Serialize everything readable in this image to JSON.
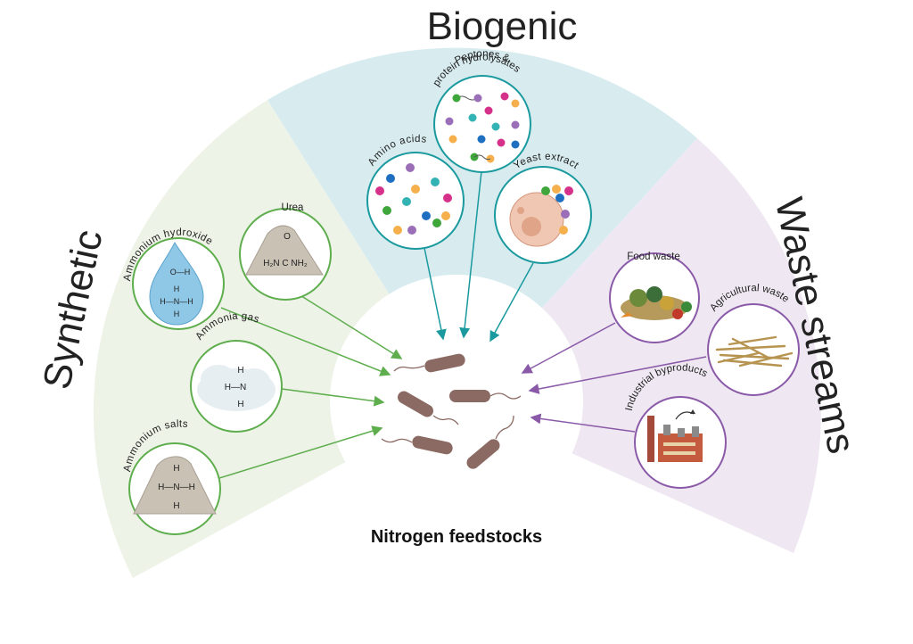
{
  "sectors": {
    "synthetic": {
      "title": "Synthetic",
      "fill": "#eef3e8"
    },
    "biogenic": {
      "title": "Biogenic",
      "fill": "#d8ecf0"
    },
    "waste": {
      "title": "Waste streams",
      "fill": "#efe8f2"
    }
  },
  "center": {
    "label": "Nitrogen feedstocks"
  },
  "colors": {
    "synthetic": "#5fae4e",
    "biogenic": "#1a9a9e",
    "waste": "#8a5aa8",
    "bacteria": "#8a6a62"
  },
  "synthetic_items": [
    {
      "label": "Ammonium hydroxide",
      "formula": [
        "O—H",
        "H",
        "H—N—H",
        "H"
      ]
    },
    {
      "label": "Urea",
      "formula": [
        "O",
        "H₂N  C  NH₂"
      ]
    },
    {
      "label": "Ammonia gas",
      "formula": [
        "H",
        "H—N",
        "H"
      ]
    },
    {
      "label": "Ammonium salts",
      "formula": [
        "H",
        "H—N—H",
        "H"
      ]
    }
  ],
  "biogenic_items": [
    {
      "label": "Amino acids"
    },
    {
      "label": "Peptones & protein hydrolysates",
      "label_lines": [
        "Peptones &",
        "protein hydrolysates"
      ]
    },
    {
      "label": "Yeast extract"
    }
  ],
  "waste_items": [
    {
      "label": "Food waste"
    },
    {
      "label": "Agricultural waste"
    },
    {
      "label": "Industrial byproducts"
    }
  ]
}
